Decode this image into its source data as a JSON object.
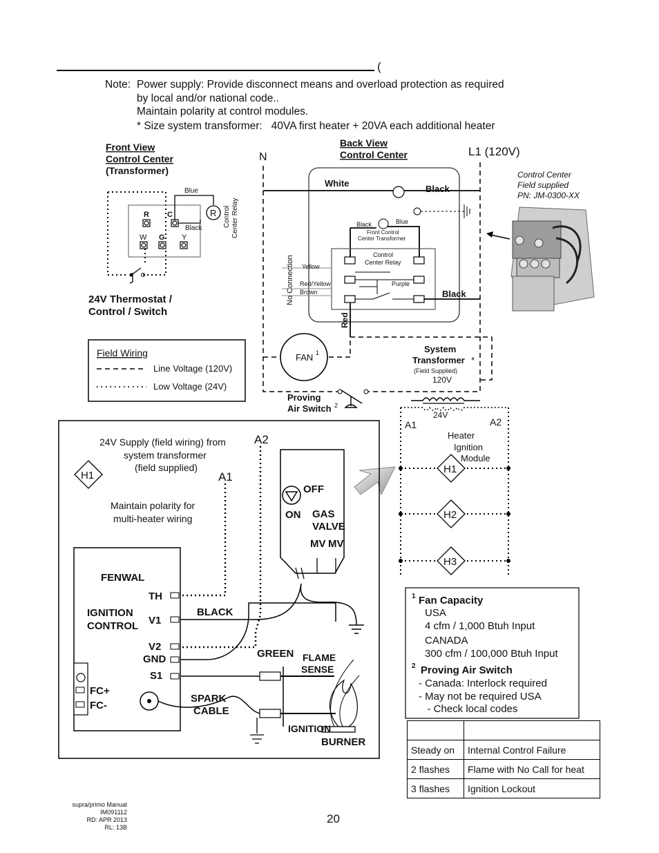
{
  "header": {
    "open_paren": "("
  },
  "note": {
    "label": "Note:",
    "lines": [
      "Power supply: Provide disconnect means and overload protection as required",
      "by local and/or national code..",
      "Maintain polarity at control modules.",
      "* Size system transformer:   40VA first heater + 20VA each additional heater"
    ]
  },
  "front_view": {
    "title_lines": [
      "Front View",
      "Control Center",
      "(Transformer)"
    ],
    "terminals": [
      "R",
      "C",
      "W",
      "G",
      "Y"
    ],
    "wire_blue": "Blue",
    "wire_black": "Black",
    "relay_label": "R",
    "relay_caption_lines": [
      "Control",
      "Center Relay"
    ],
    "thermostat_lines": [
      "24V Thermostat /",
      "Control / Switch"
    ]
  },
  "field_wiring": {
    "title": "Field Wiring",
    "line_voltage": "Line Voltage (120V)",
    "low_voltage": "Low Voltage (24V)"
  },
  "back_view": {
    "title_lines": [
      "Back View",
      "Control Center"
    ],
    "n_label": "N",
    "l1_label": "L1 (120V)",
    "white": "White",
    "black_top": "Black",
    "black_small": "Black",
    "blue_small": "Blue",
    "front_transformer_lines": [
      "Front Control",
      "Center Transformer"
    ],
    "relay_lines": [
      "Control",
      "Center Relay"
    ],
    "no_connection": "No Connection",
    "yellow": "Yellow",
    "red_yellow": "Red/Yellow",
    "brown": "Brown",
    "purple": "Purple",
    "black_relay": "Black",
    "red": "Red"
  },
  "control_center_photo_lines": [
    "Control Center",
    "Field supplied",
    "PN: JM-0300-XX"
  ],
  "fan": {
    "label": "FAN",
    "sup": "1"
  },
  "system_transformer": {
    "lines": [
      "System",
      "Transformer"
    ],
    "star": "*",
    "field_supplied": "(Field Supplied)",
    "v120": "120V",
    "v24": "24V"
  },
  "proving_switch": {
    "line1": "Proving",
    "line2": "Air Switch",
    "sup": "2"
  },
  "module": {
    "a1": "A1",
    "a2": "A2",
    "title_lines": [
      "Heater",
      "Ignition",
      "Module"
    ],
    "heaters": [
      "H1",
      "H2",
      "H3"
    ]
  },
  "ignition_panel": {
    "h1": "H1",
    "supply_lines": [
      "24V Supply (field wiring) from",
      "system transformer",
      "(field supplied)"
    ],
    "a2": "A2",
    "a1": "A1",
    "polarity_lines": [
      "Maintain polarity for",
      "multi-heater wiring"
    ],
    "off": "OFF",
    "on": "ON",
    "gas_valve_lines": [
      "GAS",
      "VALVE"
    ],
    "mv1": "MV",
    "mv2": "MV",
    "fenwal": "FENWAL",
    "ignition_control_lines": [
      "IGNITION",
      "CONTROL"
    ],
    "th": "TH",
    "v1": "V1",
    "v2": "V2",
    "gnd": "GND",
    "s1": "S1",
    "fc_plus": "FC+",
    "fc_minus": "FC-",
    "black": "BLACK",
    "green": "GREEN",
    "flame_sense_lines": [
      "FLAME",
      "SENSE"
    ],
    "spark_cable_lines": [
      "SPARK",
      "CABLE"
    ],
    "ignition": "IGNITION",
    "burner": "BURNER"
  },
  "footnotes": {
    "fan_title": "Fan Capacity",
    "fan_title_sup": "1",
    "fan_lines": [
      "USA",
      "4 cfm / 1,000 Btuh Input",
      "CANADA",
      "300 cfm / 100,000 Btuh Input"
    ],
    "switch_title": "Proving Air Switch",
    "switch_title_sup": "2",
    "switch_lines": [
      "- Canada: Interlock required",
      "- May not be required USA",
      "   - Check local codes"
    ]
  },
  "code_table": {
    "header": [
      "",
      ""
    ],
    "rows": [
      [
        "Steady on",
        "Internal Control Failure"
      ],
      [
        "2 flashes",
        "Flame with No Call for heat"
      ],
      [
        "3 flashes",
        "Ignition Lockout"
      ]
    ]
  },
  "page_number": "20",
  "doc_info_lines": [
    "supra/primo Manual",
    "IM091112",
    "RD: APR 2013",
    "RL: 13B"
  ]
}
